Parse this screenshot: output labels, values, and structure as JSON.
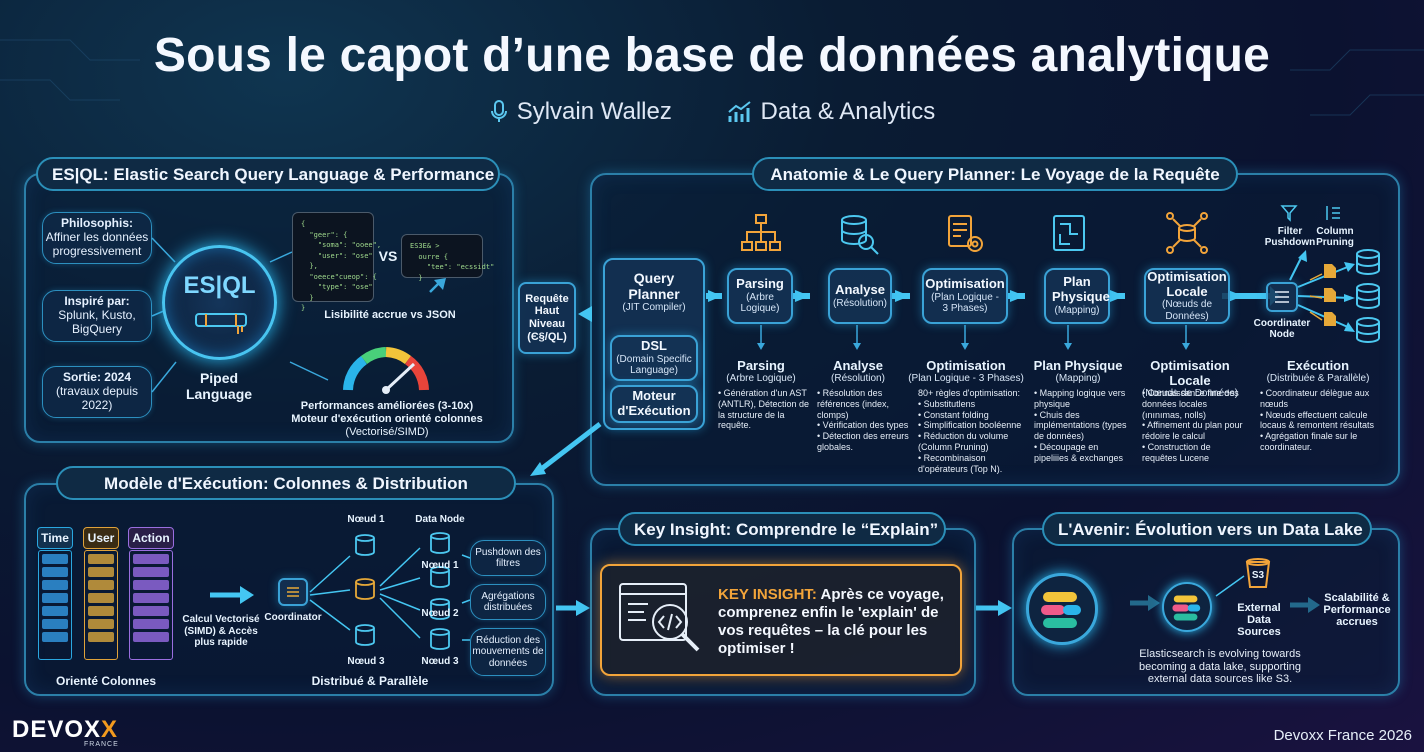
{
  "header": {
    "title": "Sous le capot d’une base de données analytique",
    "speaker": "Sylvain Wallez",
    "track": "Data & Analytics"
  },
  "esql": {
    "title": "ES|QL: Elastic Search Query Language & Performance",
    "pills": [
      {
        "title": "Philosophis:",
        "text": "Affiner les données progressivement"
      },
      {
        "title": "Inspiré par:",
        "text": "Splunk, Kusto, BigQuery"
      },
      {
        "title": "Sortie: 2024",
        "text": "(travaux depuis 2022)"
      }
    ],
    "logo": "ES|QL",
    "piped_language": "Piped Language",
    "code_left": "{\n  \"geer\": {\n    \"soma\": \"ooee\",\n    \"user\": \"ose\"\n  },\n  \"oeece\"cueop\": {\n    \"type\": \"ose\"\n  }\n}",
    "vs": "VS",
    "code_right": "ES3E& >\n  ourre {\n    \"tee\": \"ecssidt\"\n  }",
    "readability": "Lisibilité accrue vs JSON",
    "perf_line1": "Performances améliorées (3-10x)",
    "perf_line2": "Moteur d'exécution orienté colonnes",
    "perf_line3": "(Vectorisé/SIMD)"
  },
  "anatomy": {
    "title": "Anatomie & Le Query Planner: Le Voyage de la Requête",
    "request": "Requête Haut Niveau (Є§/QL)",
    "planner_title": "Query Planner",
    "planner_sub": "(JIT Compiler)",
    "dsl_title": "DSL",
    "dsl_sub": "(Domain Specific Language)",
    "engine_title": "Moteur d'Exécution",
    "stages": [
      {
        "box_title": "Parsing",
        "box_sub": "(Arbre Logique)",
        "head": "Parsing",
        "head_sub": "(Arbre Logique)",
        "bullets": [
          "• Génération d'un AST (ANTLR), Détection de la structure de la requête."
        ]
      },
      {
        "box_title": "Analyse",
        "box_sub": "(Résolution)",
        "head": "Analyse",
        "head_sub": "(Résolution)",
        "bullets": [
          "• Résolution des références (index, clomps)",
          "• Vérification des types",
          "• Détection des erreurs globales."
        ]
      },
      {
        "box_title": "Optimisation",
        "box_sub": "(Plan Logique - 3 Phases)",
        "head": "Optimisation",
        "head_sub": "(Plan Logique - 3 Phases)",
        "bullets": [
          "80+ règles d'optimisation:",
          "• Substitutlens",
          "• Constant folding",
          "• Simplification booléenne",
          "• Réduction du volume (Column Pruning)",
          "• Recombinaison d'opérateurs (Top N)."
        ]
      },
      {
        "box_title": "Plan Physique",
        "box_sub": "(Mapping)",
        "head": "Plan Physique",
        "head_sub": "(Mapping)",
        "bullets": [
          "• Mapping logique vers physique",
          "• Chuis des implémentations (types de données)",
          "• Découpage en pipeliiies & exchanges"
        ]
      },
      {
        "box_title": "Optimisation Locale",
        "box_sub": "(Nœuds de Données)",
        "head": "Optimisation Locale",
        "head_sub": "(Nœuds de Données)",
        "bullets": [
          "• Connaissance fine des données locales (ınınımas, nolls)",
          "• Affinement du plan pour rédoire le calcul",
          "• Construction de requêtes Lucene"
        ]
      },
      {
        "box_title": "",
        "box_sub": "",
        "head": "Exécution",
        "head_sub": "(Distribuée & Parallèle)",
        "bullets": [
          "• Coordinateur délègue aux nœuds",
          "• Nœuds effectuent calcule locaus & remontent résultats",
          "• Agrégation finale sur le coordinateur."
        ]
      }
    ],
    "filter_pushdown": "Filter Pushdown",
    "column_pruning": "Column Pruning",
    "coordinator_node": "Coordinater Node"
  },
  "execution": {
    "title": "Modèle d'Exécution: Colonnes & Distribution",
    "columns": [
      "Time",
      "User",
      "Action"
    ],
    "column_colors": [
      "#2aa7e0",
      "#e0a23a",
      "#9a6ee0"
    ],
    "calc": "Calcul Vectorisé (SIMD) & Accès plus rapide",
    "column_oriented": "Orienté Colonnes",
    "coordinator": "Coordinator",
    "node1": "Nœud 1",
    "node3": "Nœud 3",
    "data_node": "Data Node",
    "dn1": "Nœud 1",
    "dn2": "Nœud 2",
    "dn3": "Nœud 3",
    "distributed": "Distribué & Parallèle",
    "pills": [
      "Pushdown des filtres",
      "Agrégations distribuées",
      "Réduction des mouvements de données"
    ]
  },
  "insight": {
    "title": "Key Insight: Comprendre le “Explain”",
    "label": "KEY INSIGHT:",
    "text": "Après ce voyage, comprenez enfin le 'explain' de vos requêtes – la clé pour les optimiser !"
  },
  "future": {
    "title": "L'Avenir: Évolution vers un Data Lake",
    "s3": "S3",
    "external": "External Data Sources",
    "scalability": "Scalabilité & Performance accrues",
    "text": "Elasticsearch is evolving towards becoming a data lake, supporting external data sources like S3."
  },
  "footer": {
    "logo_pre": "DEVOX",
    "logo_x": "X",
    "logo_sub": "FRANCE",
    "event": "Devoxx France 2026"
  }
}
